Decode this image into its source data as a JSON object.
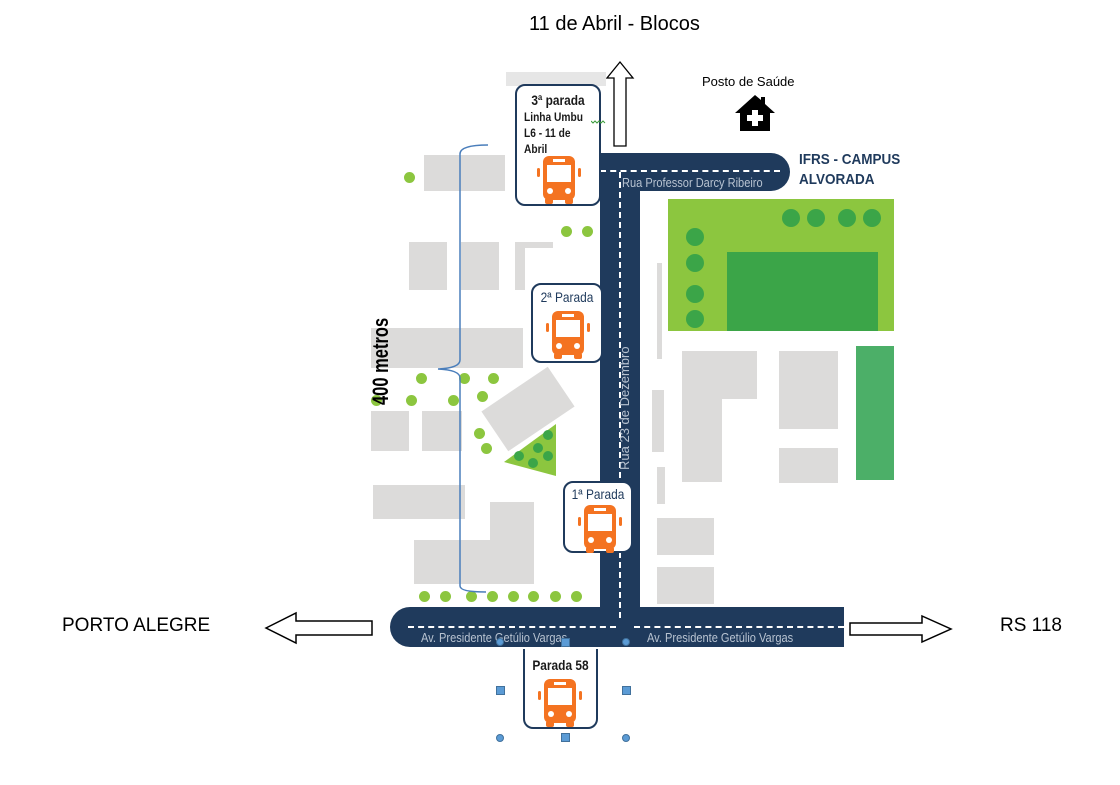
{
  "title": "11 de Abril - Blocos",
  "landmarks": {
    "health_post": "Posto de Saúde",
    "campus_line1": "IFRS - CAMPUS",
    "campus_line2": "ALVORADA"
  },
  "streets": {
    "top": "Rua Professor Darcy Ribeiro",
    "vertical": "Rua 23 de Dezembro",
    "avenue_left": "Av. Presidente Getúlio Vargas",
    "avenue_right": "Av. Presidente Getúlio Vargas"
  },
  "stops": [
    {
      "id": "stop-3",
      "label": "3ª parada",
      "details": [
        "Linha Umbu",
        "L6 - 11 de",
        "Abril"
      ]
    },
    {
      "id": "stop-2",
      "label": "2ª Parada"
    },
    {
      "id": "stop-1",
      "label": "1ª Parada"
    },
    {
      "id": "stop-58",
      "label": "Parada 58"
    }
  ],
  "distance_label": "400 metros",
  "directions": {
    "left": "PORTO ALEGRE",
    "right": "RS 118"
  },
  "colors": {
    "road": "#1f3a5c",
    "bus": "#f47321",
    "light_green": "#8cc63f",
    "dark_green": "#3ba548",
    "building": "#dcdbda",
    "selection": "#5b9bd5"
  }
}
